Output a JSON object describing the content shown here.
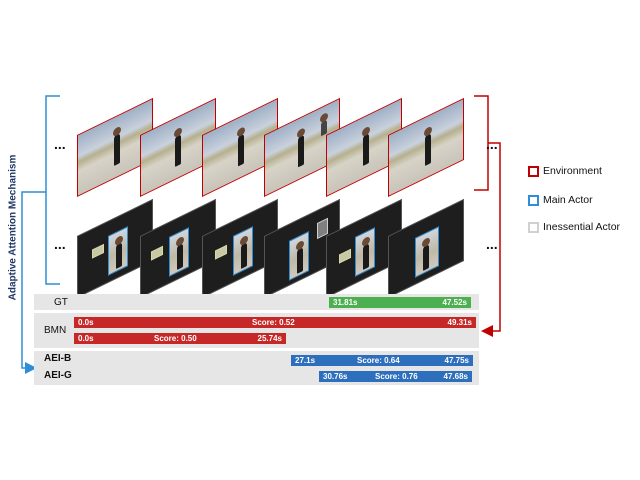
{
  "side_title": "Adaptive Attention Mechanism",
  "ellipsis": "...",
  "legend": [
    {
      "label": "Environment",
      "color": "#c00000"
    },
    {
      "label": "Main Actor",
      "color": "#2e8fd6"
    },
    {
      "label": "Inessential Actor",
      "color": "#d0d0d0"
    }
  ],
  "rows": {
    "gt": {
      "label": "GT",
      "start": "31.81s",
      "end": "47.52s",
      "color": "#4caf50"
    },
    "bmn": {
      "label": "BMN",
      "bar1": {
        "start": "0.0s",
        "score": "Score: 0.52",
        "end": "49.31s"
      },
      "bar2": {
        "start": "0.0s",
        "score": "Score: 0.50",
        "end": "25.74s"
      },
      "color": "#c62828"
    },
    "aei_b": {
      "label": "AEI-B",
      "start": "27.1s",
      "score": "Score: 0.64",
      "end": "47.75s",
      "color": "#2e6fbd"
    },
    "aei_g": {
      "label": "AEI-G",
      "start": "30.76s",
      "score": "Score: 0.76",
      "end": "47.68s",
      "color": "#2e6fbd"
    }
  }
}
